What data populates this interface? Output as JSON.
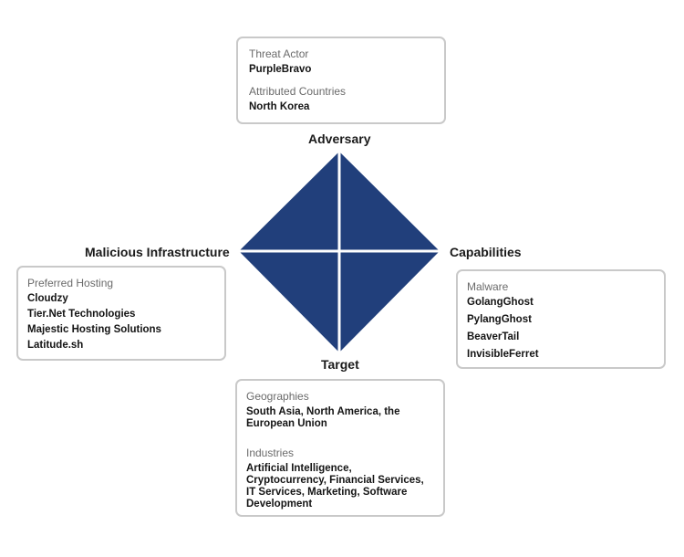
{
  "diagram": {
    "type": "diamond-model",
    "fill_color": "#213f7b",
    "divider_color": "#ffffff",
    "vertices": {
      "adversary": {
        "title": "Adversary",
        "groups": [
          {
            "label": "Threat Actor",
            "values": [
              "PurpleBravo"
            ]
          },
          {
            "label": "Attributed Countries",
            "values": [
              "North Korea"
            ]
          }
        ]
      },
      "infrastructure": {
        "title": "Malicious Infrastructure",
        "groups": [
          {
            "label": "Preferred Hosting",
            "values": [
              "Cloudzy",
              "Tier.Net Technologies",
              "Majestic Hosting Solutions",
              "Latitude.sh"
            ]
          }
        ]
      },
      "capabilities": {
        "title": "Capabilities",
        "groups": [
          {
            "label": "Malware",
            "values": [
              "GolangGhost",
              "PylangGhost",
              "BeaverTail",
              "InvisibleFerret"
            ]
          }
        ]
      },
      "target": {
        "title": "Target",
        "groups": [
          {
            "label": "Geographies",
            "values": [
              "South Asia, North America, the European Union"
            ]
          },
          {
            "label": "Industries",
            "values": [
              "Artificial Intelligence, Cryptocurrency, Financial Services, IT Services, Marketing, Software Development"
            ]
          }
        ]
      }
    }
  }
}
